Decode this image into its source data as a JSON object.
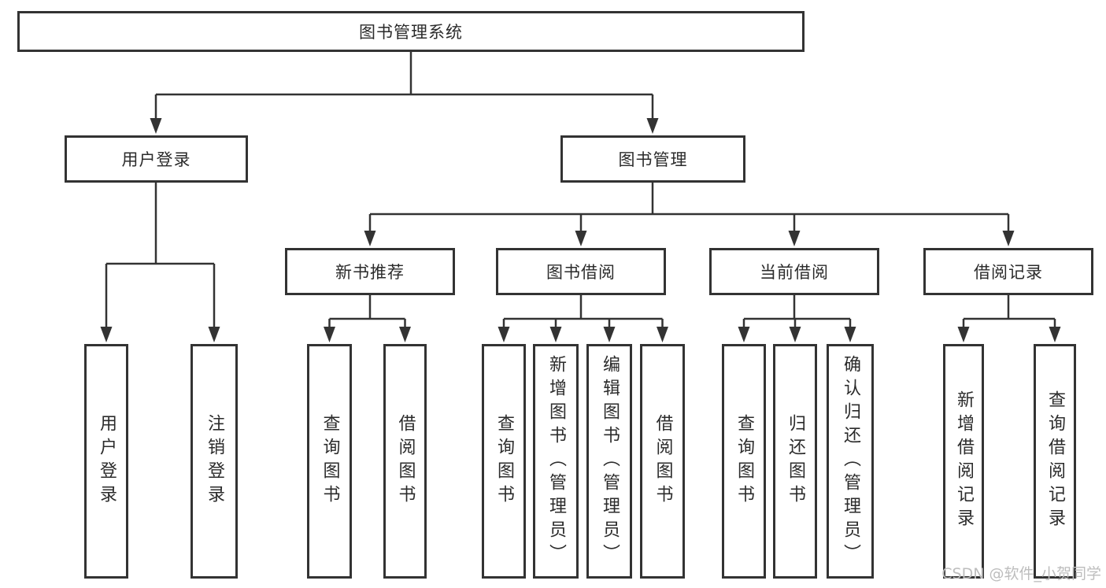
{
  "colors": {
    "line": "#333333",
    "text": "#2b2b2b",
    "box_bg": "#ffffff",
    "background": "#ffffff",
    "watermark": "#bdbdbd"
  },
  "watermark": {
    "text": "CSDN @软件_小贺同学"
  },
  "diagram": {
    "root": {
      "label": "图书管理系统"
    },
    "branches": [
      {
        "label": "用户登录"
      },
      {
        "label": "图书管理"
      }
    ],
    "sections": [
      {
        "label": "新书推荐"
      },
      {
        "label": "图书借阅"
      },
      {
        "label": "当前借阅"
      },
      {
        "label": "借阅记录"
      }
    ],
    "leaves": [
      {
        "label": "用户登录",
        "parent": "用户登录"
      },
      {
        "label": "注销登录",
        "parent": "用户登录"
      },
      {
        "label": "查询图书",
        "parent": "新书推荐"
      },
      {
        "label": "借阅图书",
        "parent": "新书推荐"
      },
      {
        "label": "查询图书",
        "parent": "图书借阅"
      },
      {
        "label": "新增图书（管理员）",
        "parent": "图书借阅"
      },
      {
        "label": "编辑图书（管理员）",
        "parent": "图书借阅"
      },
      {
        "label": "借阅图书",
        "parent": "图书借阅"
      },
      {
        "label": "查询图书",
        "parent": "当前借阅"
      },
      {
        "label": "归还图书",
        "parent": "当前借阅"
      },
      {
        "label": "确认归还（管理员）",
        "parent": "当前借阅"
      },
      {
        "label": "新增借阅记录",
        "parent": "借阅记录"
      },
      {
        "label": "查询借阅记录",
        "parent": "借阅记录"
      }
    ]
  }
}
